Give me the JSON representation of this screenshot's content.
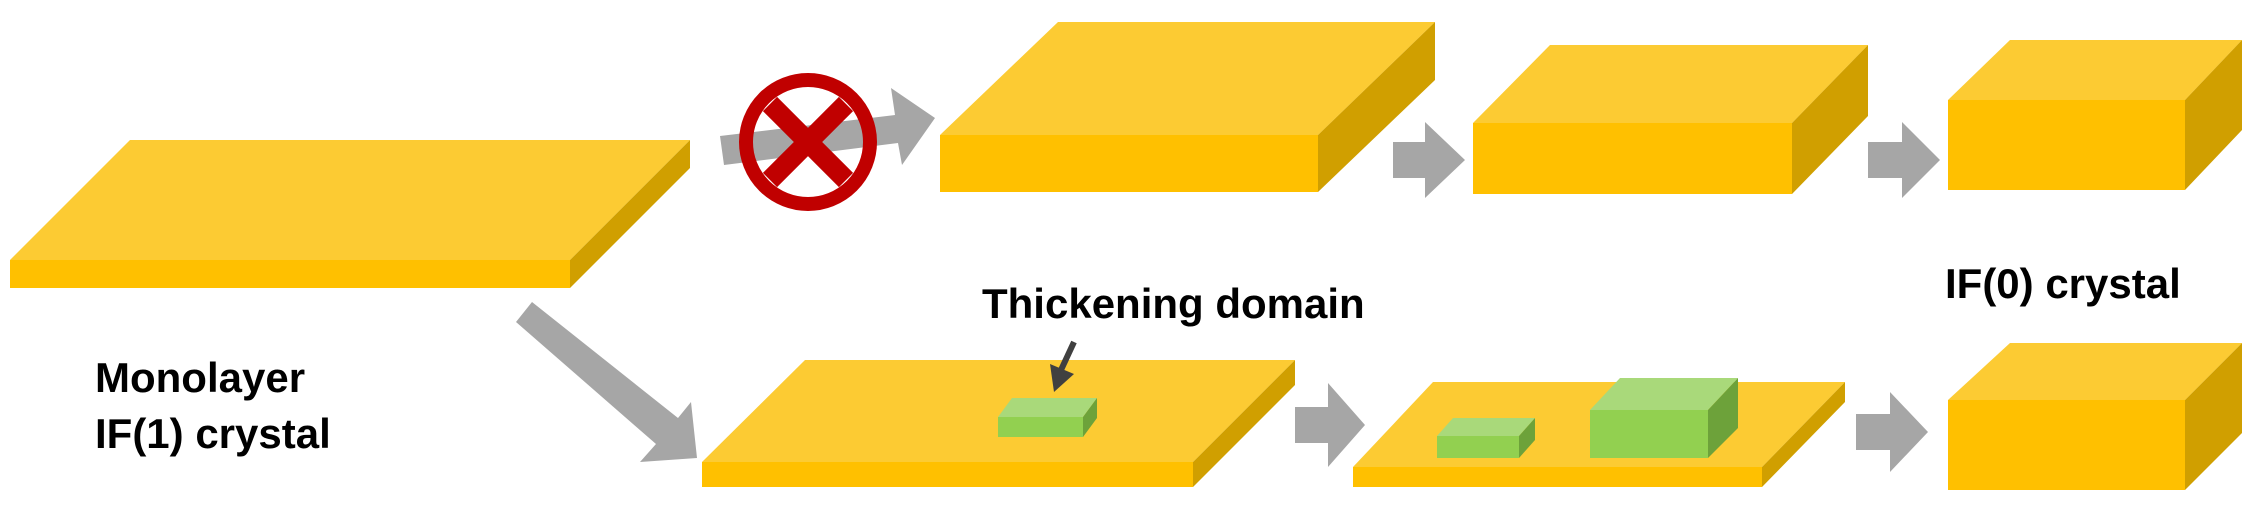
{
  "labels": {
    "monolayer_line1": "Monolayer",
    "monolayer_line2": "IF(1) crystal",
    "thickening_domain": "Thickening domain",
    "if0_crystal": "IF(0) crystal"
  },
  "colors": {
    "slab_top": "#FCCB33",
    "slab_front": "#FFC000",
    "slab_side": "#D09F00",
    "domain_top": "#A9D97A",
    "domain_front": "#92D050",
    "domain_side": "#6DA23A",
    "arrow_gray": "#A6A6A6",
    "forbidden_red": "#C00000",
    "pointer_dark": "#404040",
    "background": "#FFFFFF"
  },
  "icons": {
    "forbidden": "prohibited-icon"
  }
}
